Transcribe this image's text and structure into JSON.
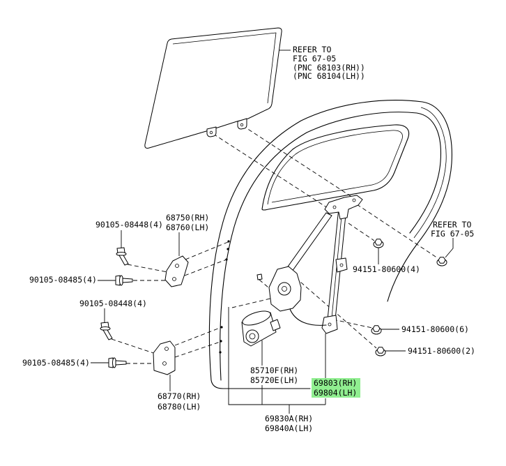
{
  "diagram": {
    "background": "#ffffff",
    "line_color": "#000000",
    "highlight_color": "#90ee90"
  },
  "callouts": {
    "glass_ref": {
      "line1": "REFER TO",
      "line2": "FIG 67-05",
      "line3": "(PNC 68103(RH))",
      "line4": "(PNC 68104(LH))"
    },
    "upper_bolt_a": "90105-08448(4)",
    "upper_bracket": {
      "rh": "68750(RH)",
      "lh": "68760(LH)"
    },
    "upper_bolt_b": "90105-08485(4)",
    "lower_bolt_a": "90105-08448(4)",
    "lower_bolt_b": "90105-08485(4)",
    "lower_bracket": {
      "rh": "68770(RH)",
      "lh": "68780(LH)"
    },
    "motor": {
      "rh": "85710F(RH)",
      "lh": "85720E(LH)"
    },
    "regulator": {
      "rh": "69803(RH)",
      "lh": "69804(LH)",
      "highlighted": true
    },
    "regulator_motor_assy": {
      "rh": "69830A(RH)",
      "lh": "69840A(LH)"
    },
    "door_ref": {
      "line1": "REFER TO",
      "line2": "FIG 67-05"
    },
    "nut_qty4": "94151-80600(4)",
    "nut_qty6": "94151-80600(6)",
    "nut_qty2": "94151-80600(2)"
  }
}
